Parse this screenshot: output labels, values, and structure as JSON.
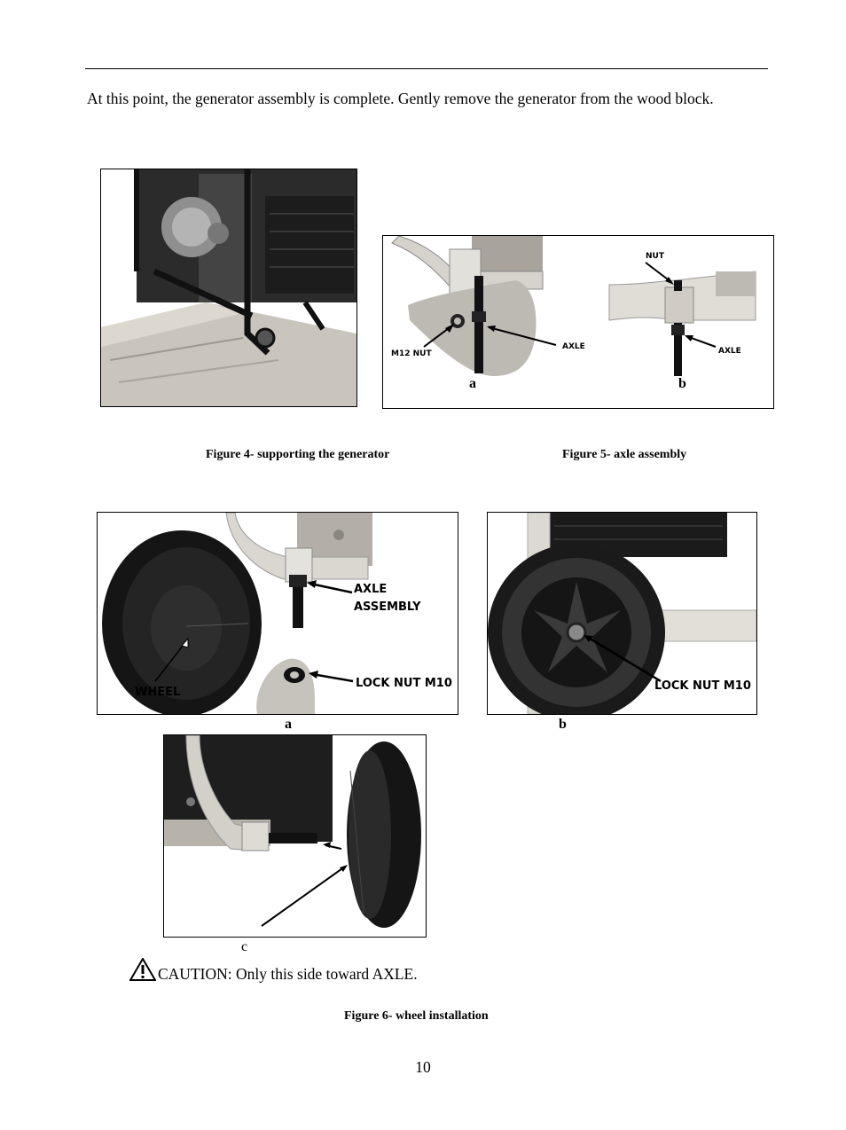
{
  "intro": "At this point, the generator assembly is complete.  Gently remove the generator from the wood block.",
  "figure4": {
    "caption": "Figure 4- supporting the generator"
  },
  "figure5": {
    "caption": "Figure 5- axle assembly",
    "panel_a": {
      "letter": "a",
      "label_nut": "M12 NUT",
      "label_axle": "AXLE"
    },
    "panel_b": {
      "letter": "b",
      "label_nut": "NUT",
      "label_axle": "AXLE"
    }
  },
  "figure6": {
    "caption": "Figure 6- wheel installation",
    "panel_a": {
      "letter": "a",
      "label_axle_1": "AXLE",
      "label_axle_2": "ASSEMBLY",
      "label_wheel": "WHEEL",
      "label_lock": "LOCK NUT M10"
    },
    "panel_b": {
      "letter": "b",
      "label_lock": "LOCK NUT M10"
    },
    "panel_c": {
      "letter": "c"
    }
  },
  "caution": {
    "text": "CAUTION: Only this side toward AXLE.",
    "icon": "warning-triangle-icon"
  },
  "page_number": "10"
}
